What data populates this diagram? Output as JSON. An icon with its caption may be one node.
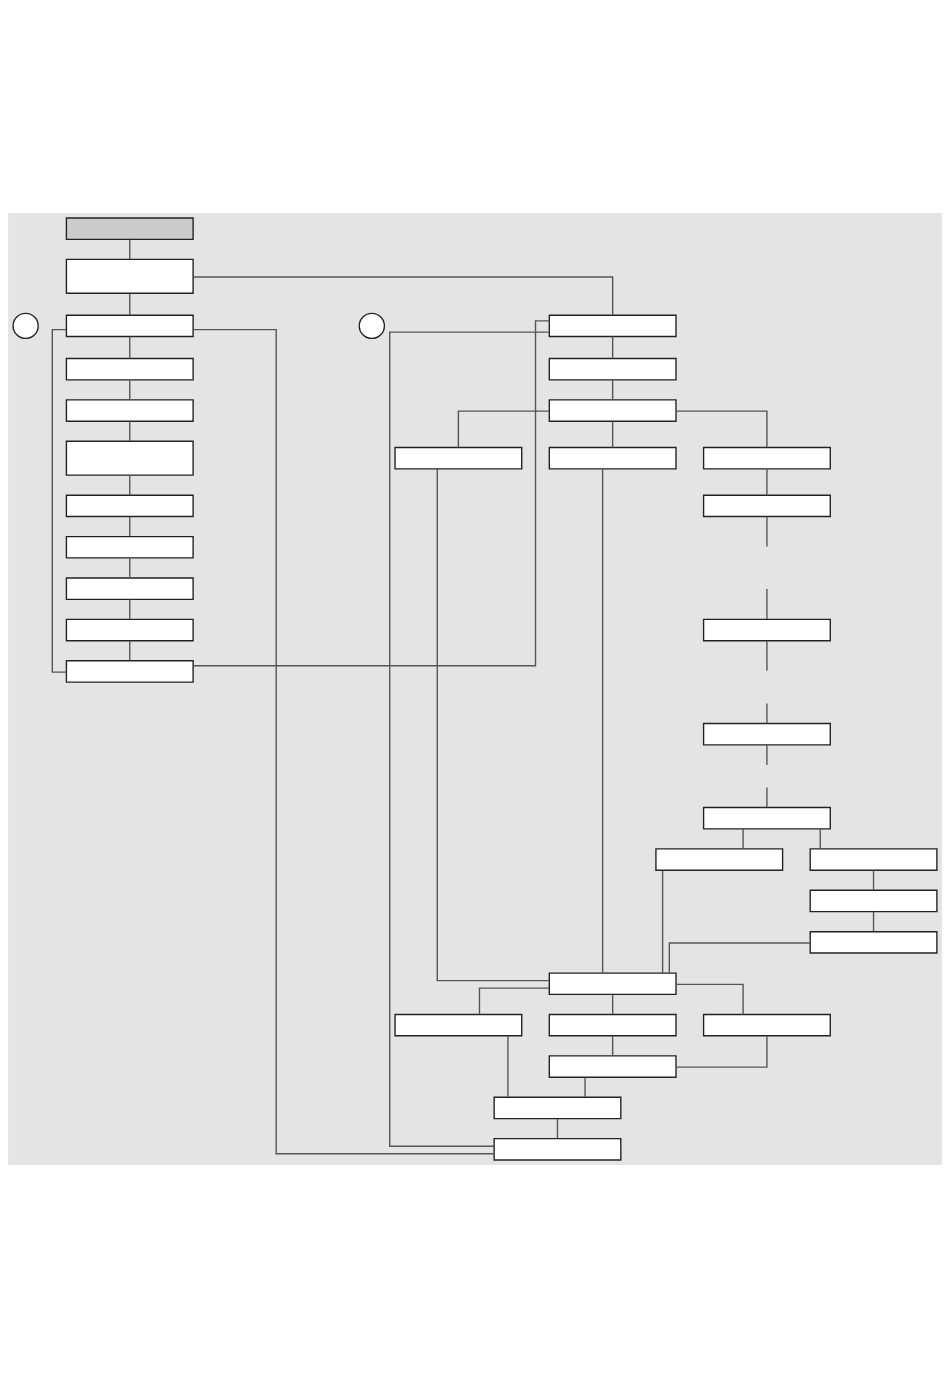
{
  "diagram": {
    "nodes": [
      {
        "text": [],
        "shape": "box"
      },
      {
        "text": [],
        "shape": "box"
      },
      {
        "text": [],
        "shape": "circle"
      },
      {
        "text": [],
        "shape": "box"
      },
      {
        "text": [],
        "shape": "box"
      },
      {
        "text": [],
        "shape": "box"
      },
      {
        "text": [],
        "shape": "box"
      },
      {
        "text": [],
        "shape": "box"
      },
      {
        "text": [],
        "shape": "box"
      },
      {
        "text": [],
        "shape": "box"
      },
      {
        "text": [],
        "shape": "box"
      },
      {
        "text": [],
        "shape": "box"
      },
      {
        "text": [],
        "shape": "circle"
      },
      {
        "text": [],
        "shape": "box"
      },
      {
        "text": [],
        "shape": "box"
      },
      {
        "text": [],
        "shape": "box"
      },
      {
        "text": [],
        "shape": "box"
      },
      {
        "text": [],
        "shape": "box"
      },
      {
        "text": [],
        "shape": "box"
      },
      {
        "text": [],
        "shape": "box"
      },
      {
        "text": [],
        "shape": "box"
      },
      {
        "text": [],
        "shape": "box"
      },
      {
        "text": [],
        "shape": "box"
      },
      {
        "text": [],
        "shape": "box"
      },
      {
        "text": [],
        "shape": "box"
      },
      {
        "text": [],
        "shape": "box"
      },
      {
        "text": [],
        "shape": "box"
      },
      {
        "text": [],
        "shape": "box"
      },
      {
        "text": [],
        "shape": "box"
      },
      {
        "text": [],
        "shape": "box"
      },
      {
        "text": [],
        "shape": "box"
      },
      {
        "text": [],
        "shape": "box"
      },
      {
        "text": [],
        "shape": "box"
      },
      {
        "text": [],
        "shape": "box"
      }
    ],
    "edges": [
      {
        "from": 0,
        "to": 1,
        "arrow": "none"
      },
      {
        "from": 1,
        "to": 3,
        "arrow": "none"
      },
      {
        "from": 1,
        "to": 13,
        "arrow": "none"
      },
      {
        "from": 3,
        "to": 4,
        "arrow": "none"
      },
      {
        "from": 4,
        "to": 5,
        "arrow": "none"
      },
      {
        "from": 5,
        "to": 6,
        "arrow": "none"
      },
      {
        "from": 6,
        "to": 7,
        "arrow": "none"
      },
      {
        "from": 7,
        "to": 8,
        "arrow": "none"
      },
      {
        "from": 8,
        "to": 9,
        "arrow": "none"
      },
      {
        "from": 9,
        "to": 10,
        "arrow": "none"
      },
      {
        "from": 10,
        "to": 11,
        "arrow": "none"
      },
      {
        "from": 11,
        "to": 3,
        "arrow": "none"
      },
      {
        "from": 11,
        "to": 13,
        "arrow": "none"
      },
      {
        "from": 13,
        "to": 14,
        "arrow": "none"
      },
      {
        "from": 14,
        "to": 15,
        "arrow": "none"
      },
      {
        "from": 15,
        "to": 16,
        "arrow": "none"
      },
      {
        "from": 15,
        "to": 17,
        "arrow": "none"
      },
      {
        "from": 15,
        "to": 18,
        "arrow": "none"
      },
      {
        "from": 16,
        "to": 27,
        "arrow": "none"
      },
      {
        "from": 17,
        "to": 27,
        "arrow": "none"
      },
      {
        "from": 18,
        "to": 19,
        "arrow": "none"
      },
      {
        "from": 19,
        "to": null,
        "arrow": "none"
      },
      {
        "from": null,
        "to": 20,
        "arrow": "none"
      },
      {
        "from": 20,
        "to": null,
        "arrow": "none"
      },
      {
        "from": null,
        "to": 21,
        "arrow": "none"
      },
      {
        "from": 21,
        "to": null,
        "arrow": "none"
      },
      {
        "from": null,
        "to": 22,
        "arrow": "none"
      },
      {
        "from": 22,
        "to": 23,
        "arrow": "none"
      },
      {
        "from": 22,
        "to": 24,
        "arrow": "none"
      },
      {
        "from": 24,
        "to": 25,
        "arrow": "none"
      },
      {
        "from": 25,
        "to": 26,
        "arrow": "none"
      },
      {
        "from": 23,
        "to": 27,
        "arrow": "none"
      },
      {
        "from": 26,
        "to": 27,
        "arrow": "none"
      },
      {
        "from": 27,
        "to": 28,
        "arrow": "none"
      },
      {
        "from": 27,
        "to": 29,
        "arrow": "none"
      },
      {
        "from": 27,
        "to": 30,
        "arrow": "none"
      },
      {
        "from": 29,
        "to": 31,
        "arrow": "none"
      },
      {
        "from": 30,
        "to": 31,
        "arrow": "none"
      },
      {
        "from": 28,
        "to": 32,
        "arrow": "none"
      },
      {
        "from": 31,
        "to": 32,
        "arrow": "none"
      },
      {
        "from": 32,
        "to": 33,
        "arrow": "none"
      },
      {
        "from": 33,
        "to": 3,
        "arrow": "none"
      },
      {
        "from": 33,
        "to": 13,
        "arrow": "none"
      }
    ]
  }
}
